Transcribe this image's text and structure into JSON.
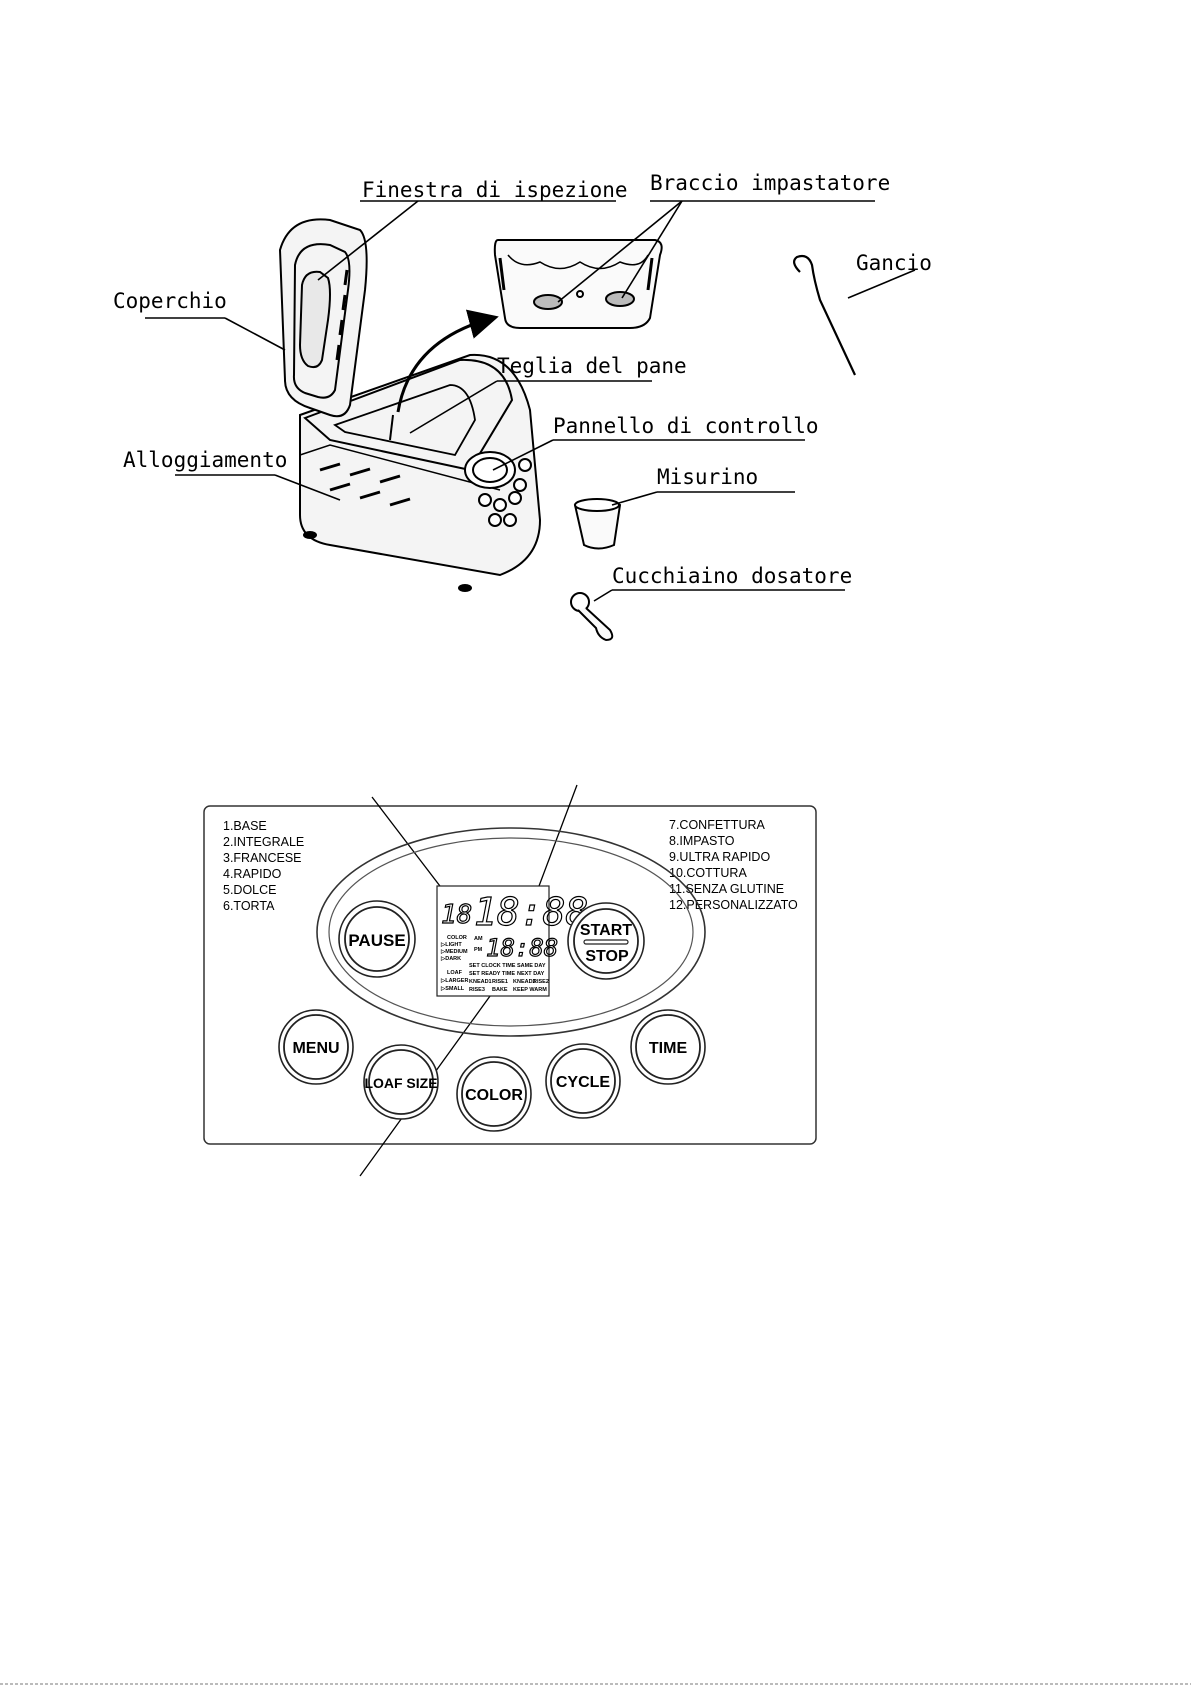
{
  "diagram": {
    "labels": {
      "lid_window": "Finestra di ispezione",
      "kneading_paddle": "Braccio impastatore",
      "hook": "Gancio",
      "lid": "Coperchio",
      "bread_pan": "Teglia del pane",
      "control_panel": "Pannello di controllo",
      "housing": "Alloggiamento",
      "measuring_cup": "Misurino",
      "measuring_spoon": "Cucchiaino dosatore"
    }
  },
  "panel": {
    "menu_left": [
      "1.BASE",
      "2.INTEGRALE",
      "3.FRANCESE",
      "4.RAPIDO",
      "5.DOLCE",
      "6.TORTA"
    ],
    "menu_right": [
      "7.CONFETTURA",
      "8.IMPASTO",
      "9.ULTRA RAPIDO",
      "10.COTTURA",
      "11.SENZA GLUTINE",
      "12.PERSONALIZZATO"
    ],
    "buttons": {
      "pause": "PAUSE",
      "start": "START",
      "stop": "STOP",
      "menu": "MENU",
      "time": "TIME",
      "loaf_size": "LOAF SIZE",
      "color": "COLOR",
      "cycle": "CYCLE"
    },
    "lcd": {
      "main_digits": "18:88",
      "program_digit": "18",
      "sub_digits": "18:88",
      "am": "AM",
      "pm": "PM",
      "color_title": "COLOR",
      "color_light": "▷LIGHT",
      "color_medium": "▷MEDIUM",
      "color_dark": "▷DARK",
      "loaf_title": "LOAF",
      "loaf_larger": "▷LARGER",
      "loaf_small": "▷SMALL",
      "set_clock_time": "SET CLOCK TIME",
      "same_day": "SAME DAY",
      "set_ready_time": "SET READY TIME",
      "next_day": "NEXT DAY",
      "knead1": "KNEAD1",
      "rise1": "RISE1",
      "knead2": "KNEAD2",
      "rise2": "RISE2",
      "rise3": "RISE3",
      "bake": "BAKE",
      "keep_warm": "KEEP WARM"
    }
  }
}
